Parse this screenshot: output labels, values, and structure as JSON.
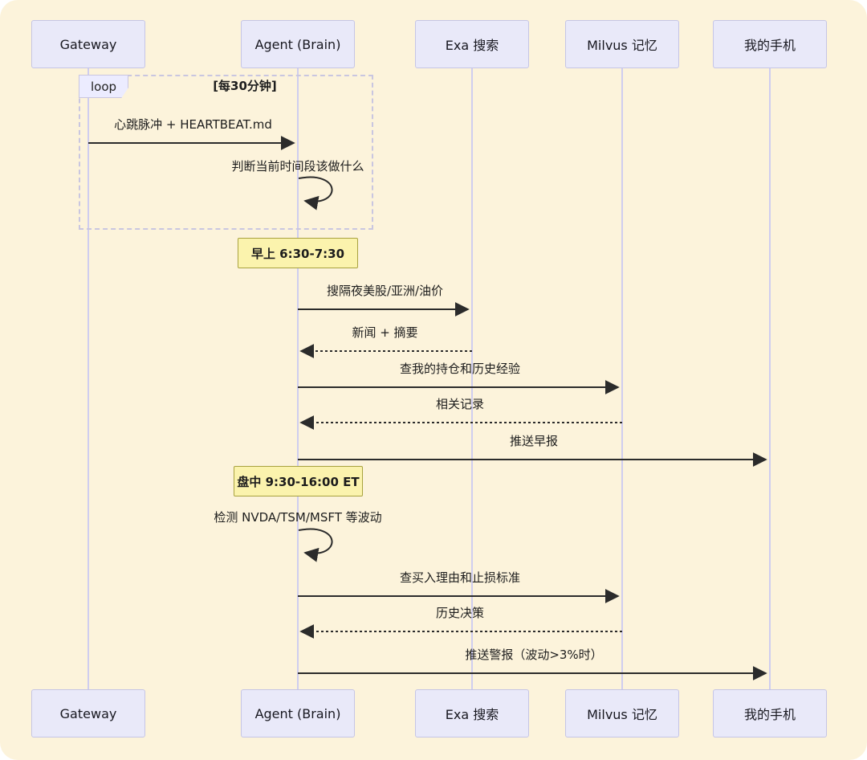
{
  "diagram": {
    "type": "sequence",
    "actors": [
      {
        "id": "gateway",
        "label": "Gateway"
      },
      {
        "id": "agent",
        "label": "Agent (Brain)"
      },
      {
        "id": "exa",
        "label": "Exa 搜索"
      },
      {
        "id": "milvus",
        "label": "Milvus 记忆"
      },
      {
        "id": "phone",
        "label": "我的手机"
      }
    ],
    "loop": {
      "keyword": "loop",
      "condition": "[每30分钟]"
    },
    "messages": [
      {
        "from": "gateway",
        "to": "agent",
        "style": "solid",
        "label": "心跳脉冲 + HEARTBEAT.md"
      },
      {
        "from": "agent",
        "to": "agent",
        "style": "self",
        "label": "判断当前时间段该做什么"
      },
      {
        "from": "agent",
        "to": "exa",
        "style": "solid",
        "label": "搜隔夜美股/亚洲/油价"
      },
      {
        "from": "exa",
        "to": "agent",
        "style": "dashed",
        "label": "新闻 + 摘要"
      },
      {
        "from": "agent",
        "to": "milvus",
        "style": "solid",
        "label": "查我的持仓和历史经验"
      },
      {
        "from": "milvus",
        "to": "agent",
        "style": "dashed",
        "label": "相关记录"
      },
      {
        "from": "agent",
        "to": "phone",
        "style": "solid",
        "label": "推送早报"
      },
      {
        "from": "agent",
        "to": "agent",
        "style": "self",
        "label": "检测 NVDA/TSM/MSFT 等波动"
      },
      {
        "from": "agent",
        "to": "milvus",
        "style": "solid",
        "label": "查买入理由和止损标准"
      },
      {
        "from": "milvus",
        "to": "agent",
        "style": "dashed",
        "label": "历史决策"
      },
      {
        "from": "agent",
        "to": "phone",
        "style": "solid",
        "label": "推送警报（波动>3%时）"
      }
    ],
    "notes": [
      {
        "over": "agent",
        "label": "早上 6:30-7:30"
      },
      {
        "over": "agent",
        "label": "盘中 9:30-16:00 ET"
      }
    ],
    "colors": {
      "background": "#FCF3DB",
      "actor_fill": "#E9E9F9",
      "actor_border": "#C5C5E6",
      "lifeline": "#CFCDEF",
      "note_fill": "#FBF3AD",
      "note_border": "#A8A23F",
      "loop_border": "#C9C6E0",
      "arrow": "#2B2B2B",
      "text": "#1D1D1D"
    }
  }
}
